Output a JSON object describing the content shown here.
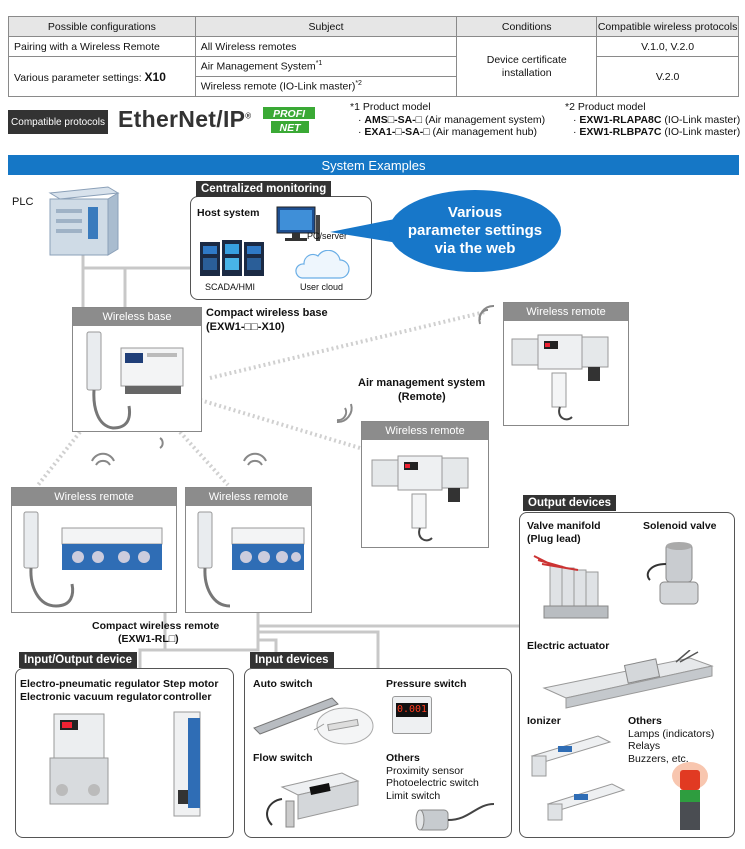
{
  "table": {
    "headers": [
      "Possible configurations",
      "Subject",
      "Conditions",
      "Compatible wireless protocols"
    ],
    "row1": {
      "config": "Pairing with a Wireless Remote",
      "subject": "All Wireless remotes",
      "protocols": "V.1.0, V.2.0"
    },
    "row2": {
      "config": "Various parameter settings: ",
      "config_bold": "X10",
      "subject_a": "Air Management System",
      "subject_a_sup": "*1",
      "subject_b": "Wireless remote (IO-Link master)",
      "subject_b_sup": "*2",
      "protocols": "V.2.0"
    },
    "conditions": "Device certificate installation"
  },
  "protocols": {
    "badge": "Compatible protocols",
    "ethernet_ip": "EtherNet/IP",
    "profinet_top": "PROFI",
    "profinet_bottom": "NET"
  },
  "notes": {
    "n1_title": "*1  Product model",
    "n1_l1_bold": "AMS□-SA-□",
    "n1_l1": " (Air management system)",
    "n1_l2_bold": "EXA1-□-SA-□",
    "n1_l2": " (Air management hub)",
    "n2_title": "*2  Product model",
    "n2_l1_bold": "EXW1-RLAPA8C",
    "n2_l1": " (IO-Link master)",
    "n2_l2_bold": "EXW1-RLBPA7C",
    "n2_l2": " (IO-Link master)"
  },
  "banner": "System Examples",
  "plc": "PLC",
  "central": {
    "title": "Centralized monitoring",
    "host": "Host system",
    "pc": "PC/server",
    "scada": "SCADA/HMI",
    "cloud": "User cloud"
  },
  "bubble": [
    "Various",
    "parameter settings",
    "via the web"
  ],
  "wireless_base": {
    "bar": "Wireless base",
    "title": "Compact wireless base",
    "model": "(EXW1-□□-X10)"
  },
  "wireless_remote_label": "Wireless remote",
  "air_mgmt": {
    "title": "Air management system",
    "sub": "(Remote)"
  },
  "compact_remote": {
    "title": "Compact wireless remote",
    "model": "(EXW1-RL□)"
  },
  "output_devices": {
    "title": "Output devices",
    "valve_manifold": "Valve manifold",
    "plug_lead": "(Plug lead)",
    "solenoid": "Solenoid valve",
    "actuator": "Electric actuator",
    "ionizer": "Ionizer",
    "others": "Others",
    "others_items": [
      "Lamps (indicators)",
      "Relays",
      "Buzzers, etc."
    ]
  },
  "io_device": {
    "title": "Input/Output device",
    "l1": "Electro-pneumatic regulator",
    "l2": "Electronic vacuum regulator",
    "step1": "Step motor",
    "step2": "controller"
  },
  "input_devices": {
    "title": "Input devices",
    "auto": "Auto switch",
    "pressure": "Pressure switch",
    "pressure_display": "0.001",
    "flow": "Flow switch",
    "others": "Others",
    "others_items": [
      "Proximity sensor",
      "Photoelectric switch",
      "Limit switch"
    ]
  },
  "colors": {
    "accent_blue": "#1577c6",
    "bubble_blue": "#1777c9",
    "header_dark": "#333333",
    "bar_gray": "#8c8c8c",
    "profinet_green": "#3aa935"
  }
}
